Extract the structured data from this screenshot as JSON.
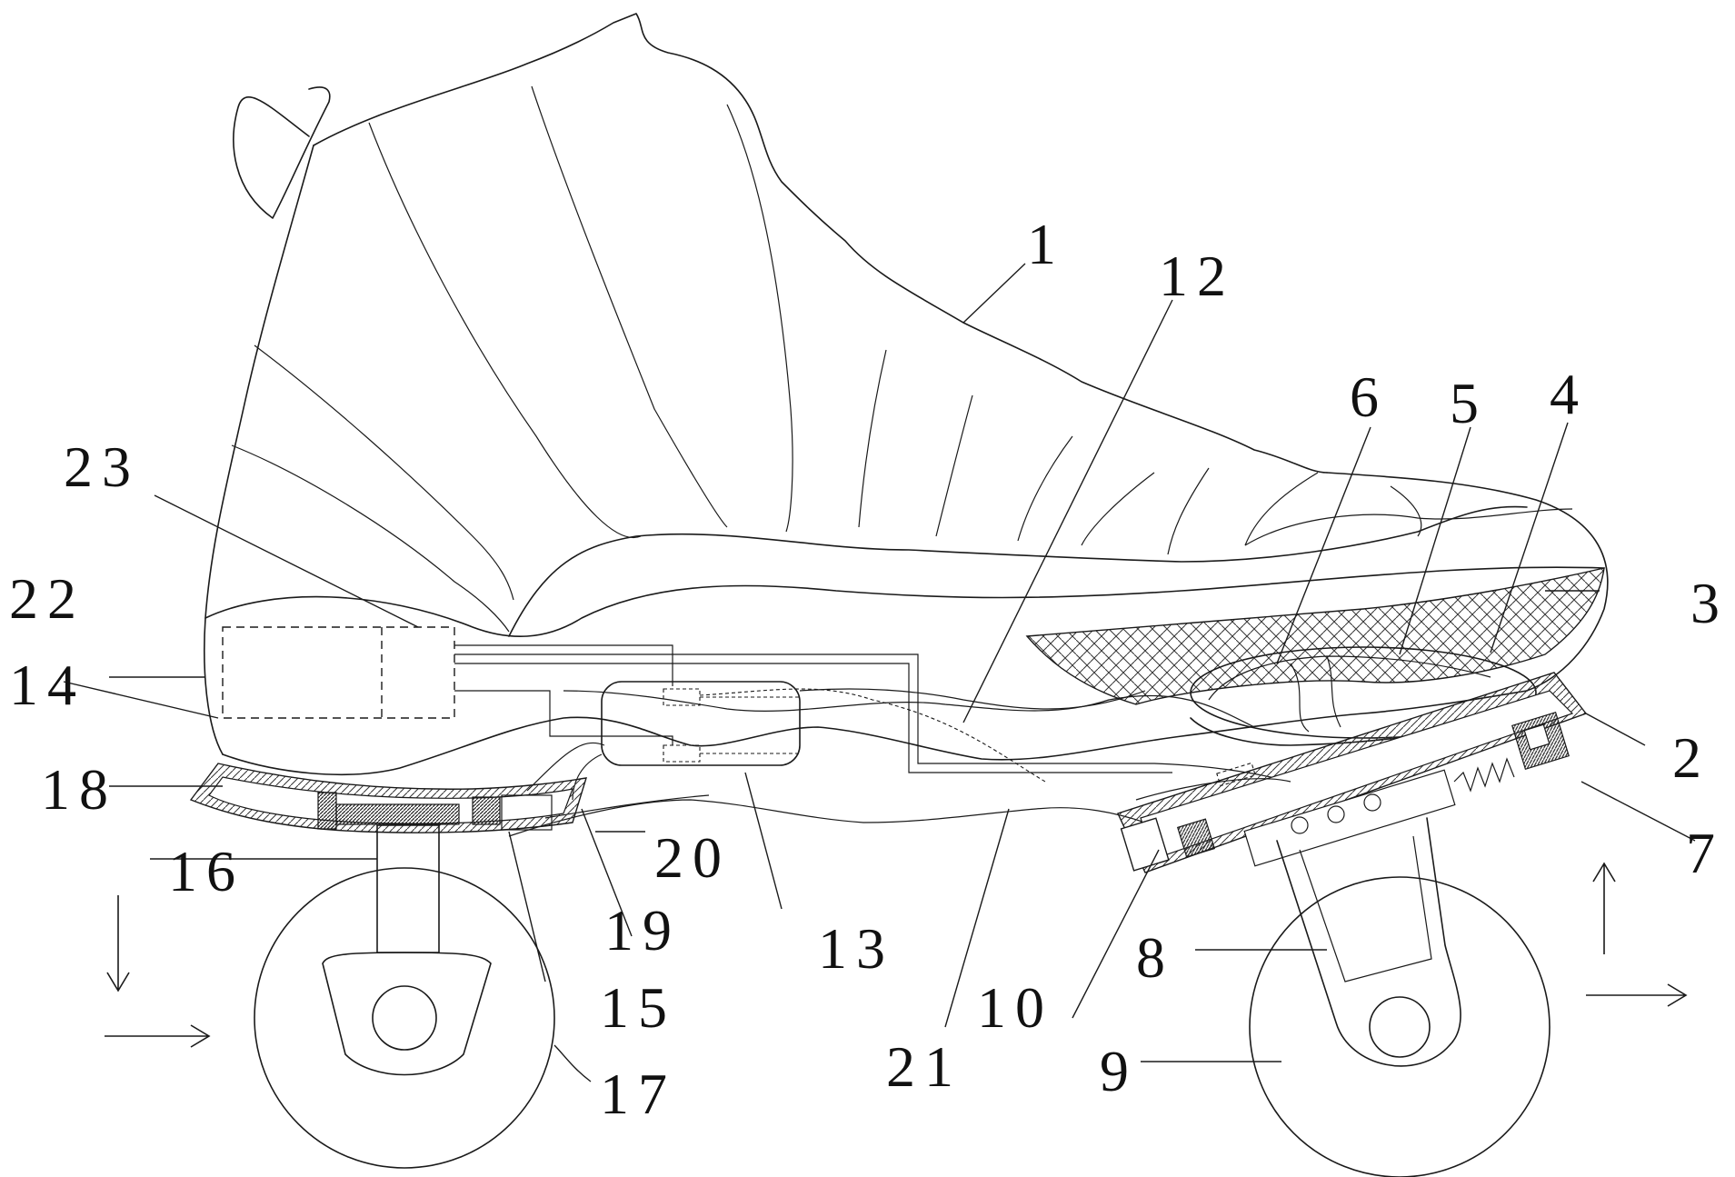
{
  "figure": {
    "labels": {
      "l1": "1",
      "l2": "2",
      "l3": "3",
      "l4": "4",
      "l5": "5",
      "l6": "6",
      "l7": "7",
      "l8": "8",
      "l9": "9",
      "l10": "10",
      "l12": "12",
      "l13": "13",
      "l14": "14",
      "l15": "15",
      "l16": "16",
      "l17": "17",
      "l18": "18",
      "l19": "19",
      "l20": "20",
      "l21": "21",
      "l22": "22",
      "l23": "23"
    }
  }
}
